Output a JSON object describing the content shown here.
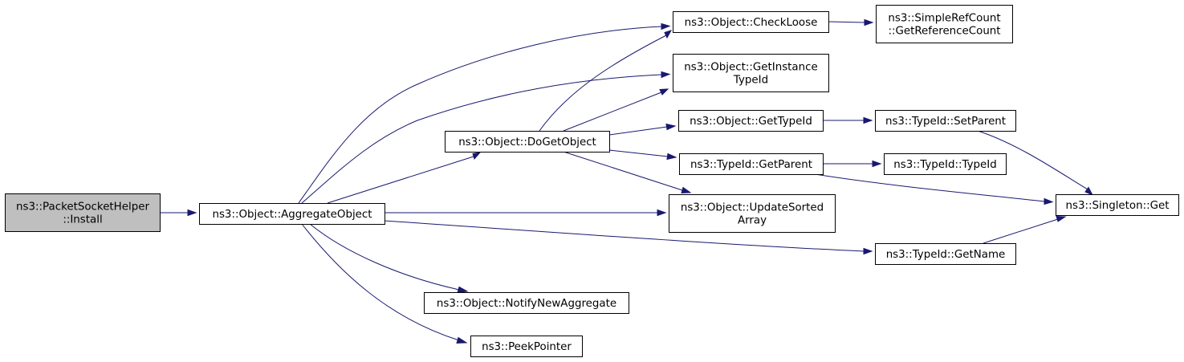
{
  "nodes": [
    {
      "id": "install",
      "lines": [
        "ns3::PacketSocketHelper",
        "::Install"
      ],
      "root": true
    },
    {
      "id": "aggregate",
      "lines": [
        "ns3::Object::AggregateObject"
      ]
    },
    {
      "id": "dogetobject",
      "lines": [
        "ns3::Object::DoGetObject"
      ]
    },
    {
      "id": "notify",
      "lines": [
        "ns3::Object::NotifyNewAggregate"
      ]
    },
    {
      "id": "peek",
      "lines": [
        "ns3::PeekPointer"
      ]
    },
    {
      "id": "checkloose",
      "lines": [
        "ns3::Object::CheckLoose"
      ]
    },
    {
      "id": "getinstancetypeid",
      "lines": [
        "ns3::Object::GetInstance",
        "TypeId"
      ]
    },
    {
      "id": "gettypeid",
      "lines": [
        "ns3::Object::GetTypeId"
      ]
    },
    {
      "id": "getparent",
      "lines": [
        "ns3::TypeId::GetParent"
      ]
    },
    {
      "id": "updatesorted",
      "lines": [
        "ns3::Object::UpdateSorted",
        "Array"
      ]
    },
    {
      "id": "getrefcount",
      "lines": [
        "ns3::SimpleRefCount",
        "::GetReferenceCount"
      ]
    },
    {
      "id": "setparent",
      "lines": [
        "ns3::TypeId::SetParent"
      ]
    },
    {
      "id": "typeid",
      "lines": [
        "ns3::TypeId::TypeId"
      ]
    },
    {
      "id": "singleton",
      "lines": [
        "ns3::Singleton::Get"
      ]
    },
    {
      "id": "getname",
      "lines": [
        "ns3::TypeId::GetName"
      ]
    }
  ],
  "edges": [
    {
      "from": "install",
      "to": "aggregate"
    },
    {
      "from": "aggregate",
      "to": "checkloose"
    },
    {
      "from": "aggregate",
      "to": "getinstancetypeid"
    },
    {
      "from": "aggregate",
      "to": "dogetobject"
    },
    {
      "from": "aggregate",
      "to": "updatesorted"
    },
    {
      "from": "aggregate",
      "to": "getname"
    },
    {
      "from": "aggregate",
      "to": "notify"
    },
    {
      "from": "aggregate",
      "to": "peek"
    },
    {
      "from": "dogetobject",
      "to": "checkloose"
    },
    {
      "from": "dogetobject",
      "to": "getinstancetypeid"
    },
    {
      "from": "dogetobject",
      "to": "gettypeid"
    },
    {
      "from": "dogetobject",
      "to": "getparent"
    },
    {
      "from": "dogetobject",
      "to": "updatesorted"
    },
    {
      "from": "checkloose",
      "to": "getrefcount"
    },
    {
      "from": "gettypeid",
      "to": "setparent"
    },
    {
      "from": "getparent",
      "to": "typeid"
    },
    {
      "from": "getparent",
      "to": "singleton"
    },
    {
      "from": "setparent",
      "to": "singleton"
    },
    {
      "from": "getname",
      "to": "singleton"
    }
  ],
  "colors": {
    "edge": "#191970",
    "root_fill": "#bfbfbf",
    "node_fill": "#ffffff",
    "border": "#000000"
  }
}
